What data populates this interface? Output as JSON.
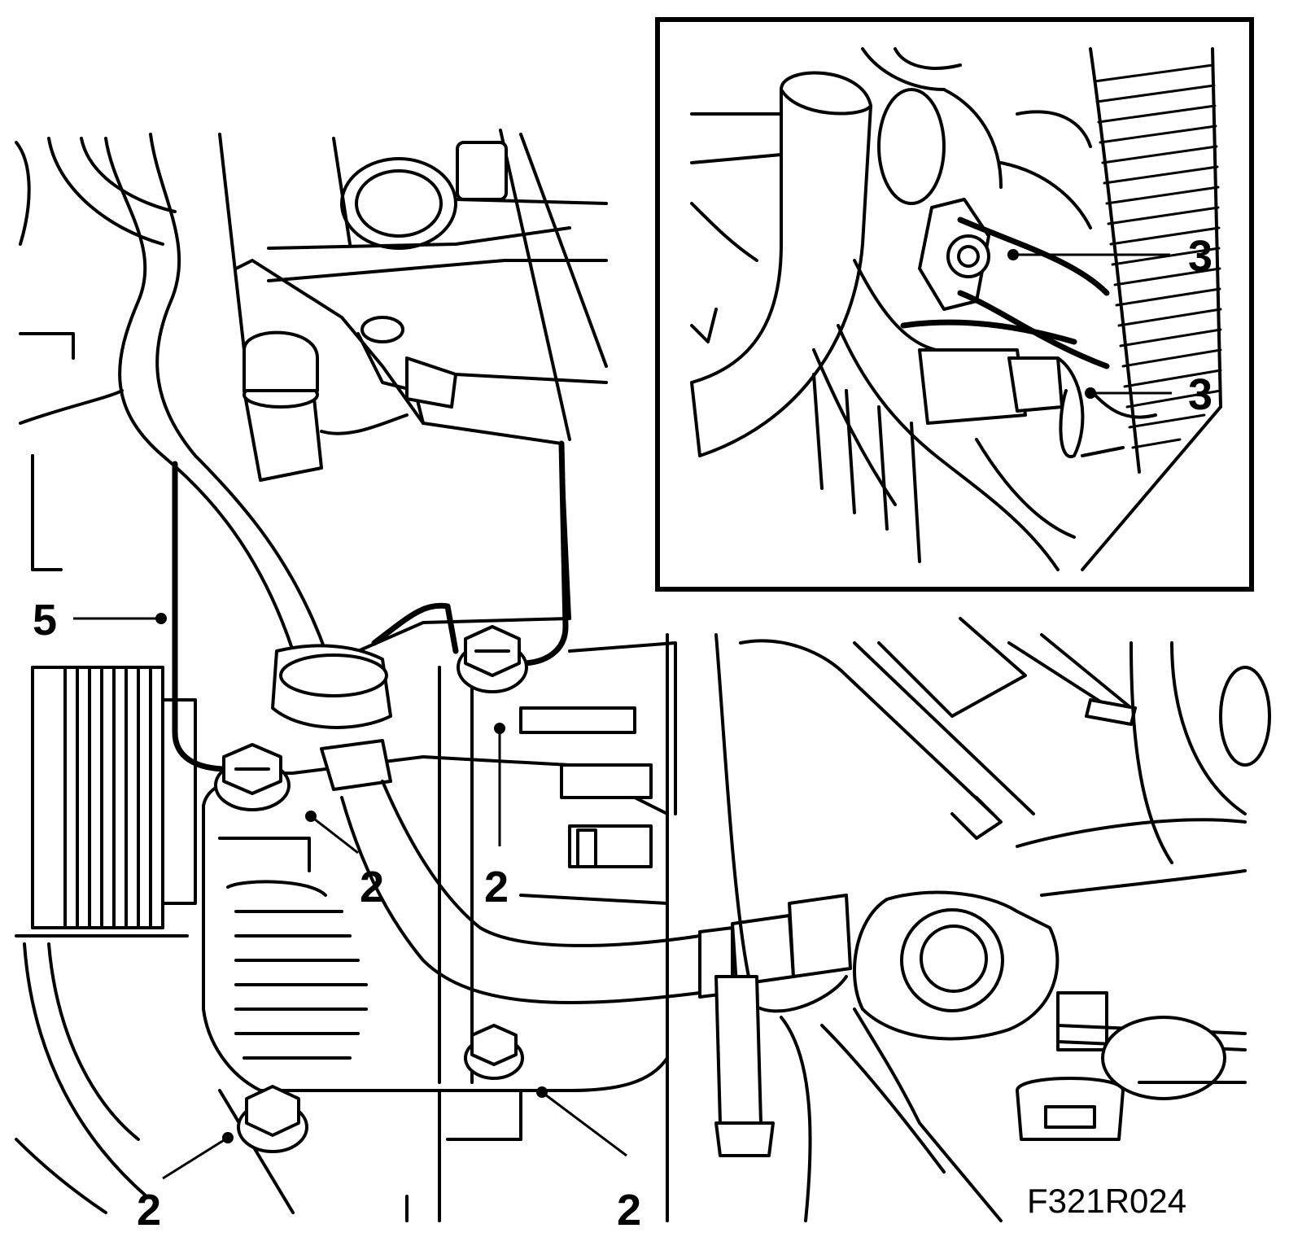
{
  "figure_id": "F321R024",
  "callouts": {
    "c5": "5",
    "c2_a": "2",
    "c2_b": "2",
    "c2_c": "2",
    "c2_d": "2",
    "c3_top": "3",
    "c3_bottom": "3"
  },
  "colors": {
    "line": "#000000",
    "background": "#ffffff"
  }
}
